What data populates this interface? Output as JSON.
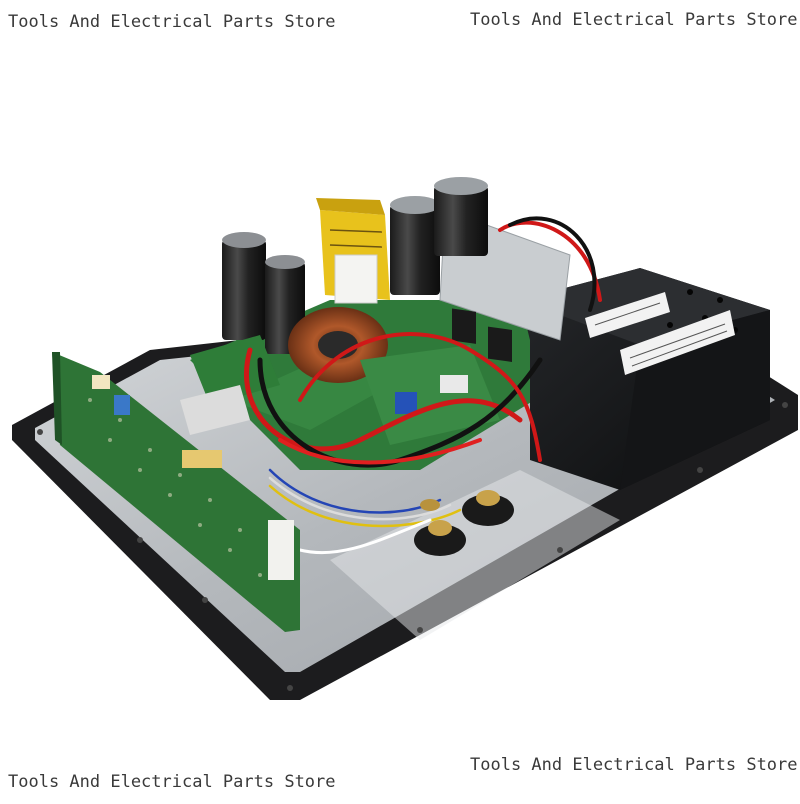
{
  "watermark": {
    "top_left": "Tools And Electrical Parts Store",
    "top_right": "Tools And Electrical Parts Store",
    "bottom_left": "Tools And Electrical Parts Store",
    "bottom_right": "Tools And Electrical Parts Store"
  },
  "colors": {
    "background": "#ffffff",
    "plate": "#b9bcc0",
    "gasket": "#1c1c1e",
    "pcb_green": "#2f7a3a",
    "enclosure": "#111214",
    "wire_red": "#d01818",
    "wire_black": "#111111",
    "copper_coil": "#9a4a22",
    "transformer_yellow": "#e8c21c",
    "heatsink": "#c9cdd0"
  }
}
